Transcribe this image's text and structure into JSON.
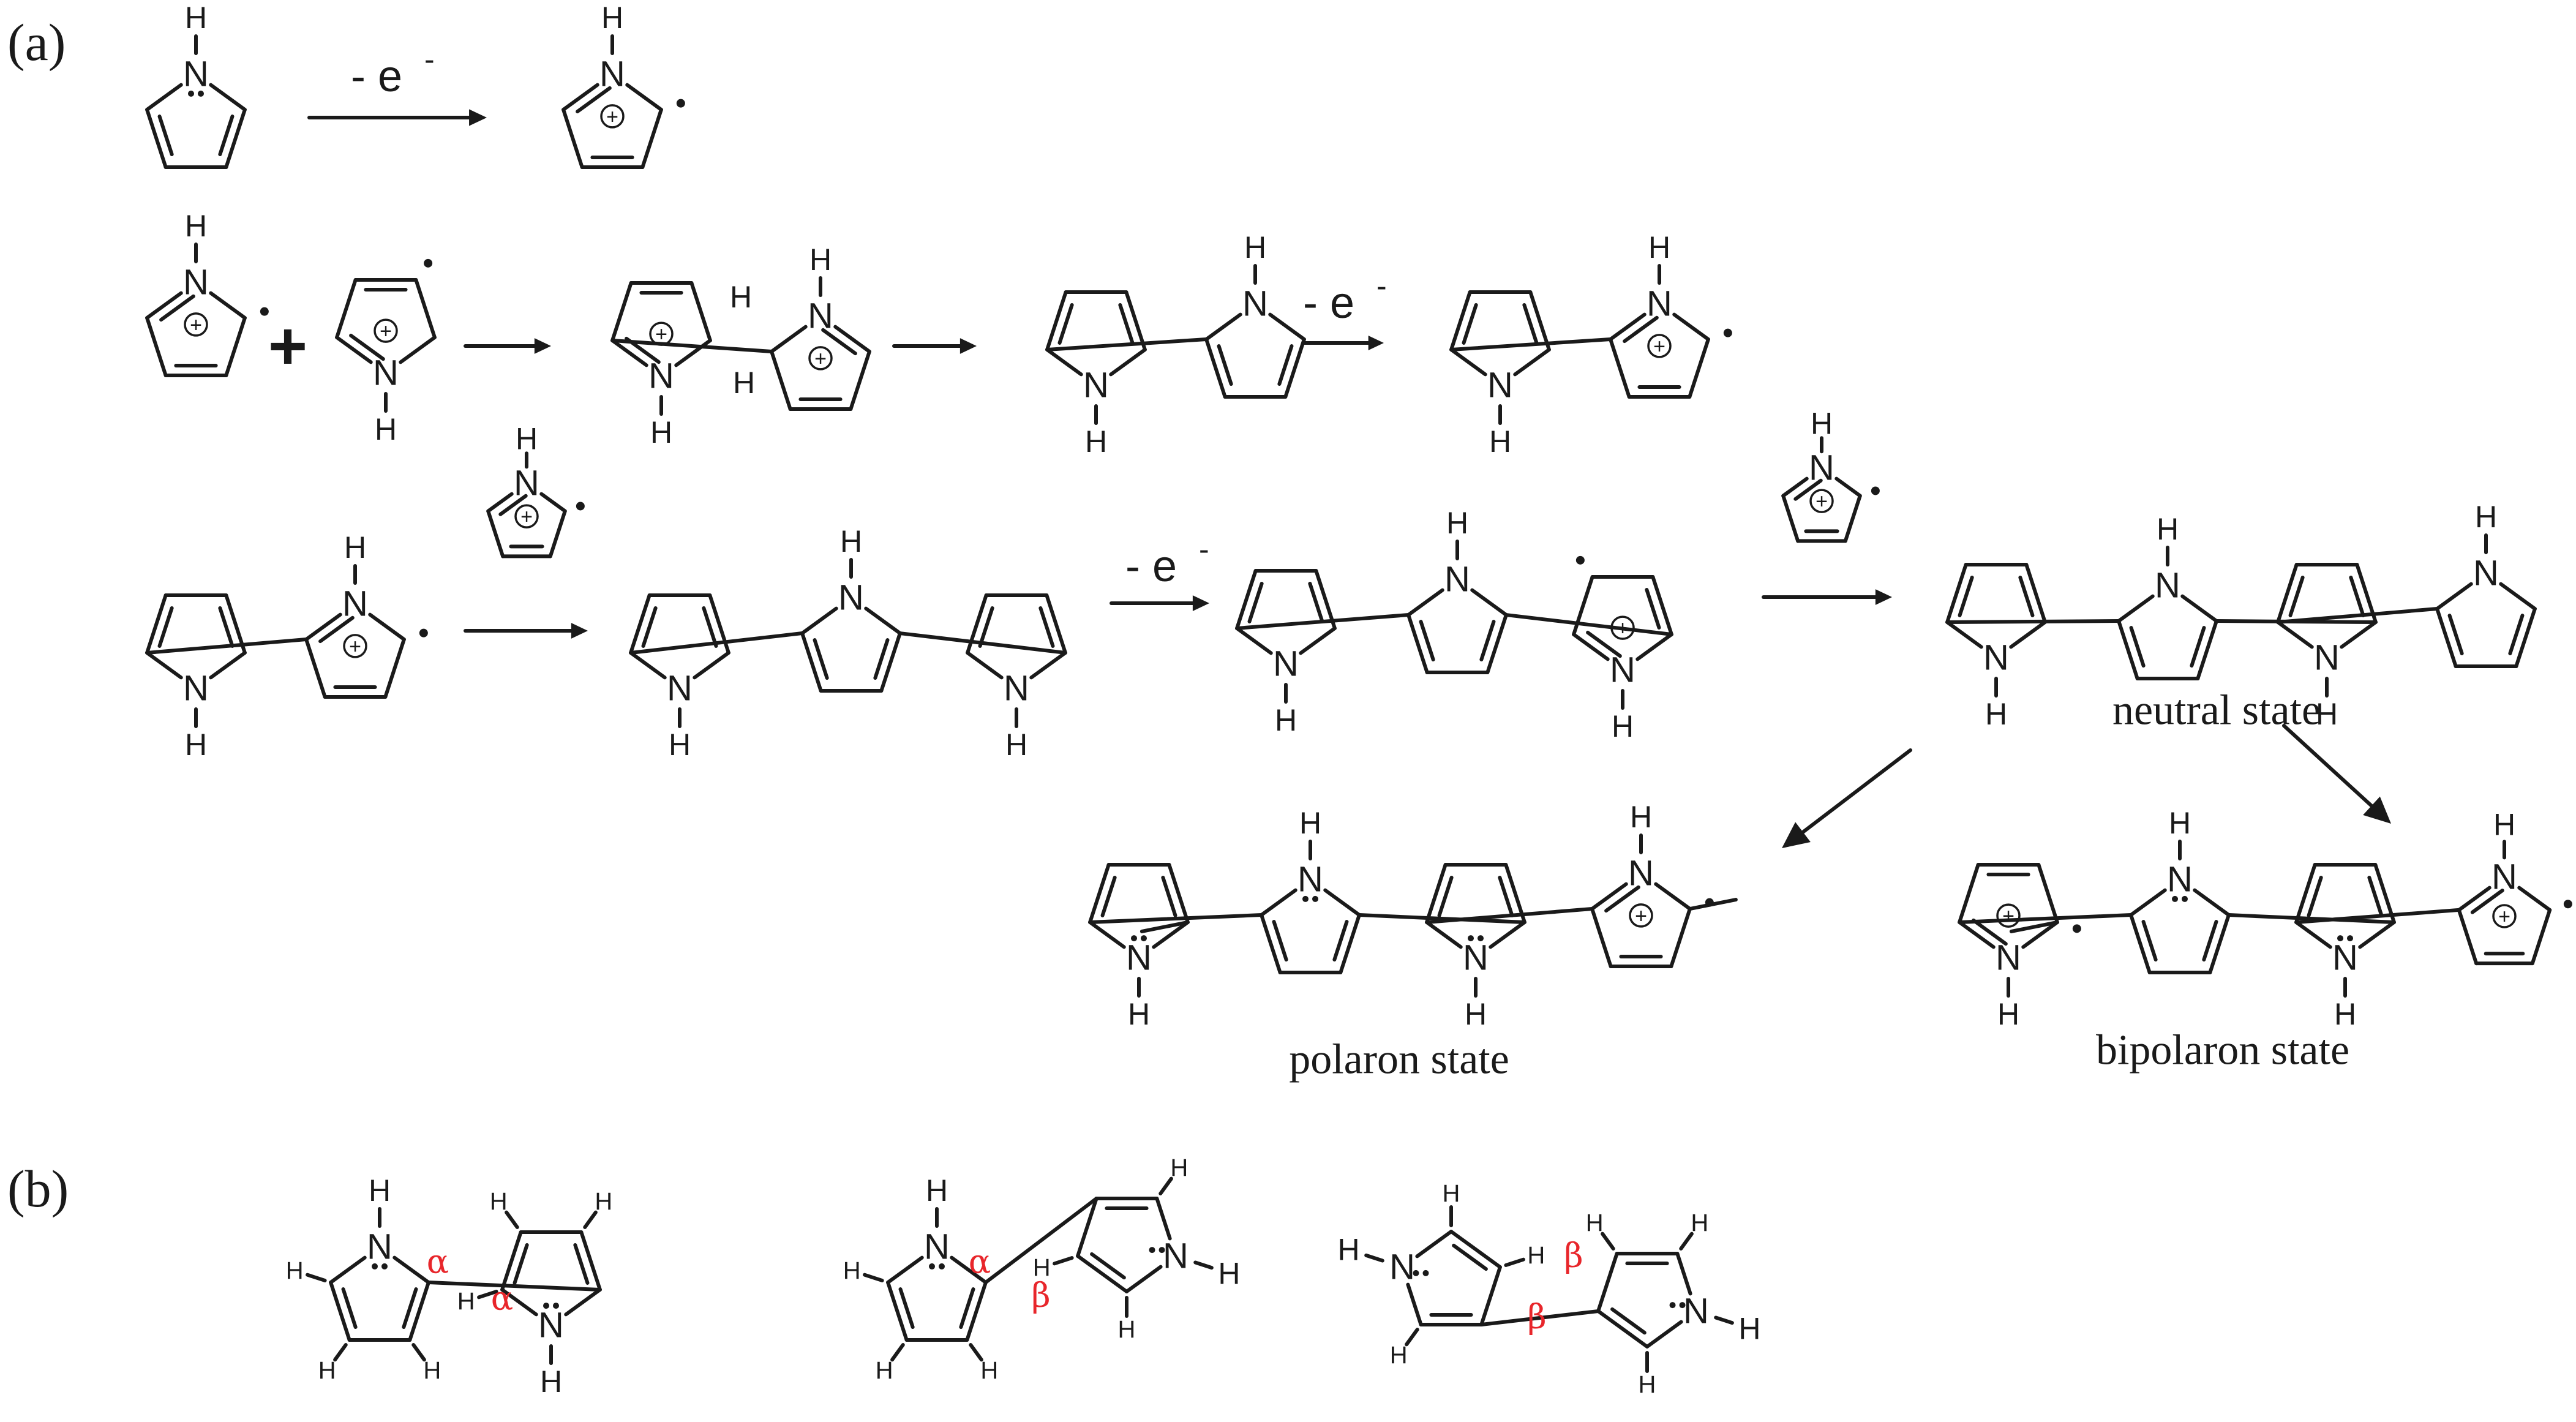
{
  "labels": {
    "panel_a": "(a)",
    "panel_b": "(b)",
    "minus_e": "- e",
    "minus_e_sup": "-",
    "plus": "+",
    "neutral": "neutral state",
    "polaron": "polaron state",
    "bipolaron": "bipolaron state"
  },
  "atoms": {
    "nitrogen": "N",
    "hydrogen": "H",
    "charge": "+"
  },
  "greek": {
    "alpha": "α",
    "beta": "β"
  },
  "colors": {
    "ink": "#1a1a1a",
    "linkage": "#e8262b"
  }
}
